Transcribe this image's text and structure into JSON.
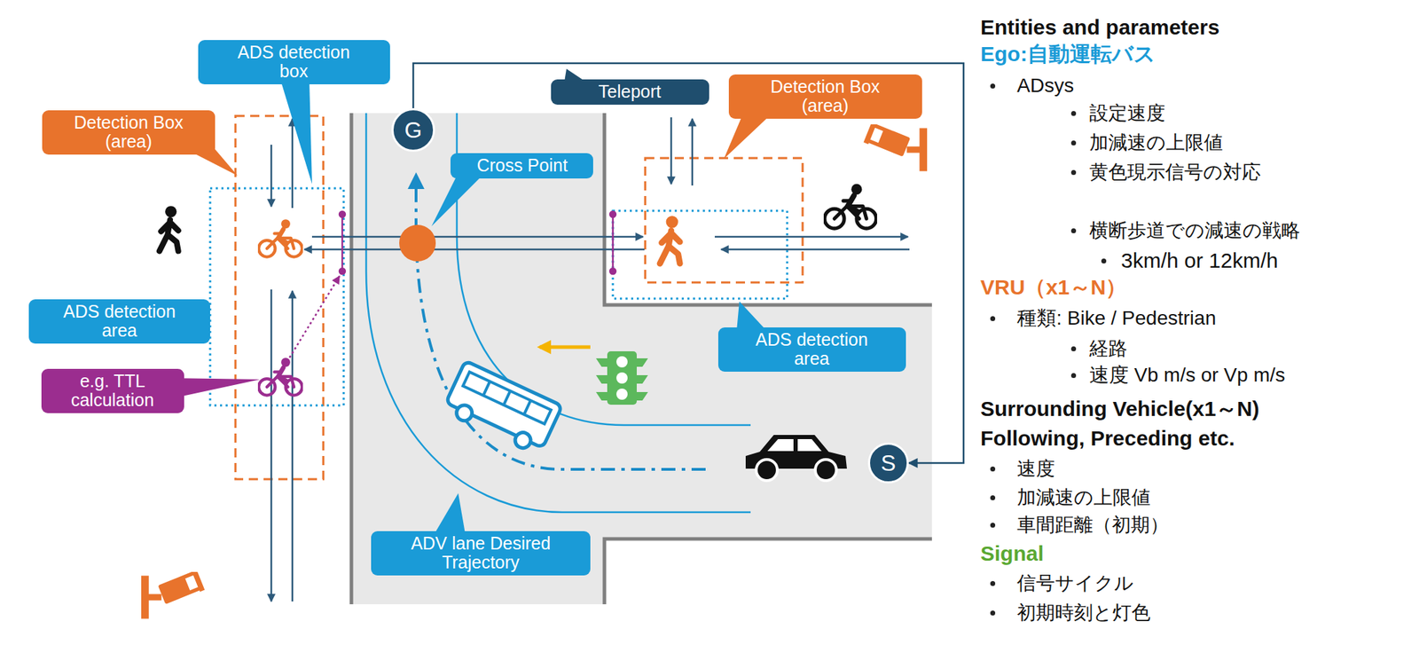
{
  "diagram": {
    "nodes": [
      {
        "text": [
          "ADS detection box"
        ]
      },
      {
        "text": [
          "G"
        ]
      },
      {
        "text": [
          "Teleport"
        ]
      },
      {
        "text": [
          "Detection Box (area)"
        ]
      },
      {
        "text": [
          "Detection Box (area)"
        ]
      },
      {
        "text": [
          "Cross Point"
        ]
      },
      {
        "text": [
          "ADS detection area"
        ]
      },
      {
        "text": [
          "ADS detection area"
        ]
      },
      {
        "text": [
          "e.g. TTL calculation"
        ]
      },
      {
        "text": [
          "S"
        ]
      },
      {
        "text": [
          "ADV lane Desired Trajectory"
        ]
      }
    ],
    "edges": [
      {
        "from": 1,
        "to": 9,
        "arrow": "to"
      }
    ],
    "labels": [
      "Entities and parameters",
      "Ego:自動運転バス",
      "ADsys",
      "設定速度",
      "加減速の上限値",
      "黄色現示信号の対応",
      "横断歩道での減速の戦略",
      "3km/h or 12km/h",
      "VRU（x1～N）",
      "種類: Bike / Pedestrian",
      "経路",
      "速度 Vb m/s or Vp m/s",
      "Surrounding Vehicle(x1～N)",
      "Following, Preceding etc.",
      "速度",
      "加減速の上限値",
      "車間距離（初期）",
      "Signal",
      "信号サイクル",
      "初期時刻と灯色"
    ]
  }
}
